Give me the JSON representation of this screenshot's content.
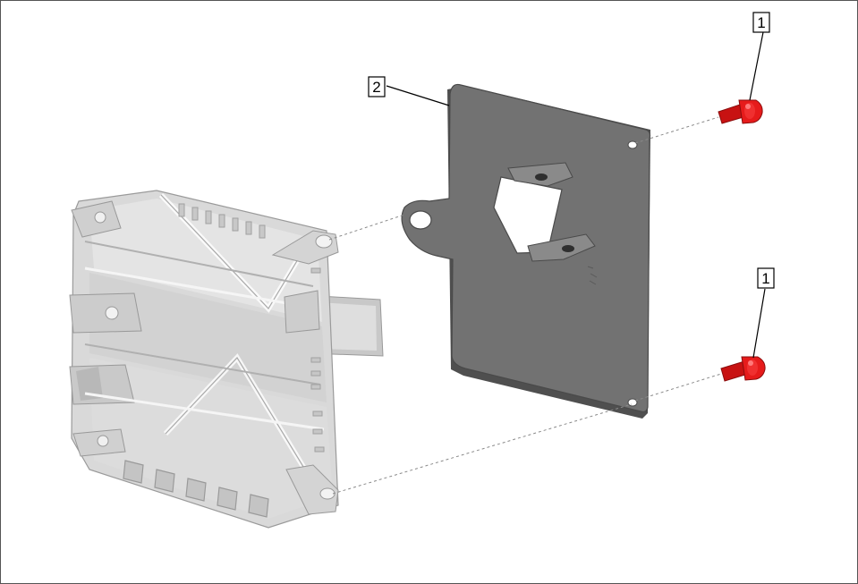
{
  "diagram": {
    "callouts": [
      {
        "id": "callout-1-top",
        "label": "1"
      },
      {
        "id": "callout-1-bottom",
        "label": "1"
      },
      {
        "id": "callout-2",
        "label": "2"
      }
    ],
    "colors": {
      "frame": "#555555",
      "bracket_plate": "#6e6e6e",
      "bracket_edge": "#4a4a4a",
      "module_body": "#d6d6d6",
      "module_shadow": "#a9a9a9",
      "bolt": "#e01515",
      "bolt_dark": "#9c0d0d",
      "leader_line": "#000000",
      "dash_line": "#8a8a8a"
    },
    "parts": {
      "bolt": "bolt-icon",
      "bracket": "bracket-plate",
      "module": "control-module"
    }
  }
}
